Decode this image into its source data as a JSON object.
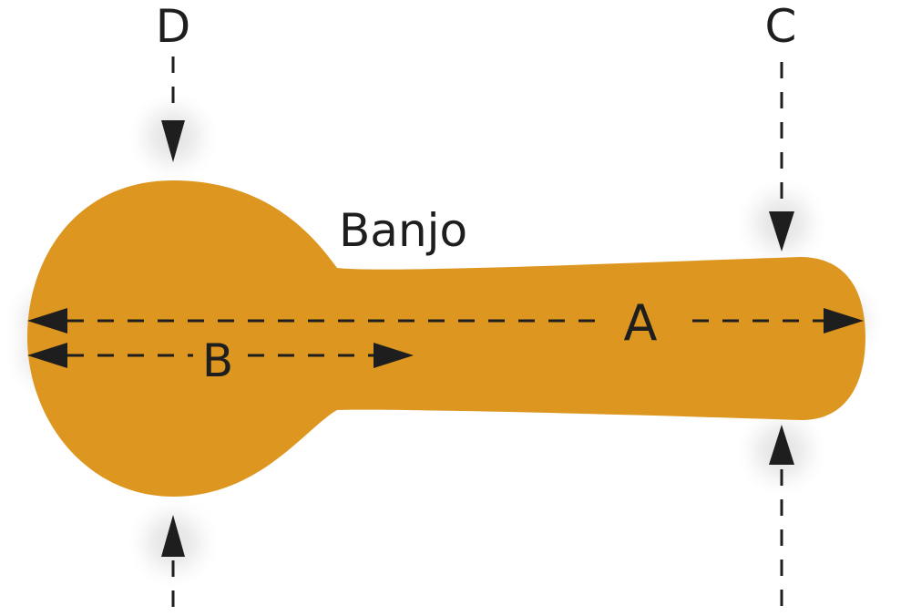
{
  "diagram": {
    "shape_name": "Banjo",
    "dimension_labels": {
      "a": "A",
      "b": "B",
      "c": "C",
      "d": "D"
    }
  },
  "colors": {
    "fill": "#dd961f",
    "line": "#1e1e1e",
    "background": "#ffffff"
  }
}
